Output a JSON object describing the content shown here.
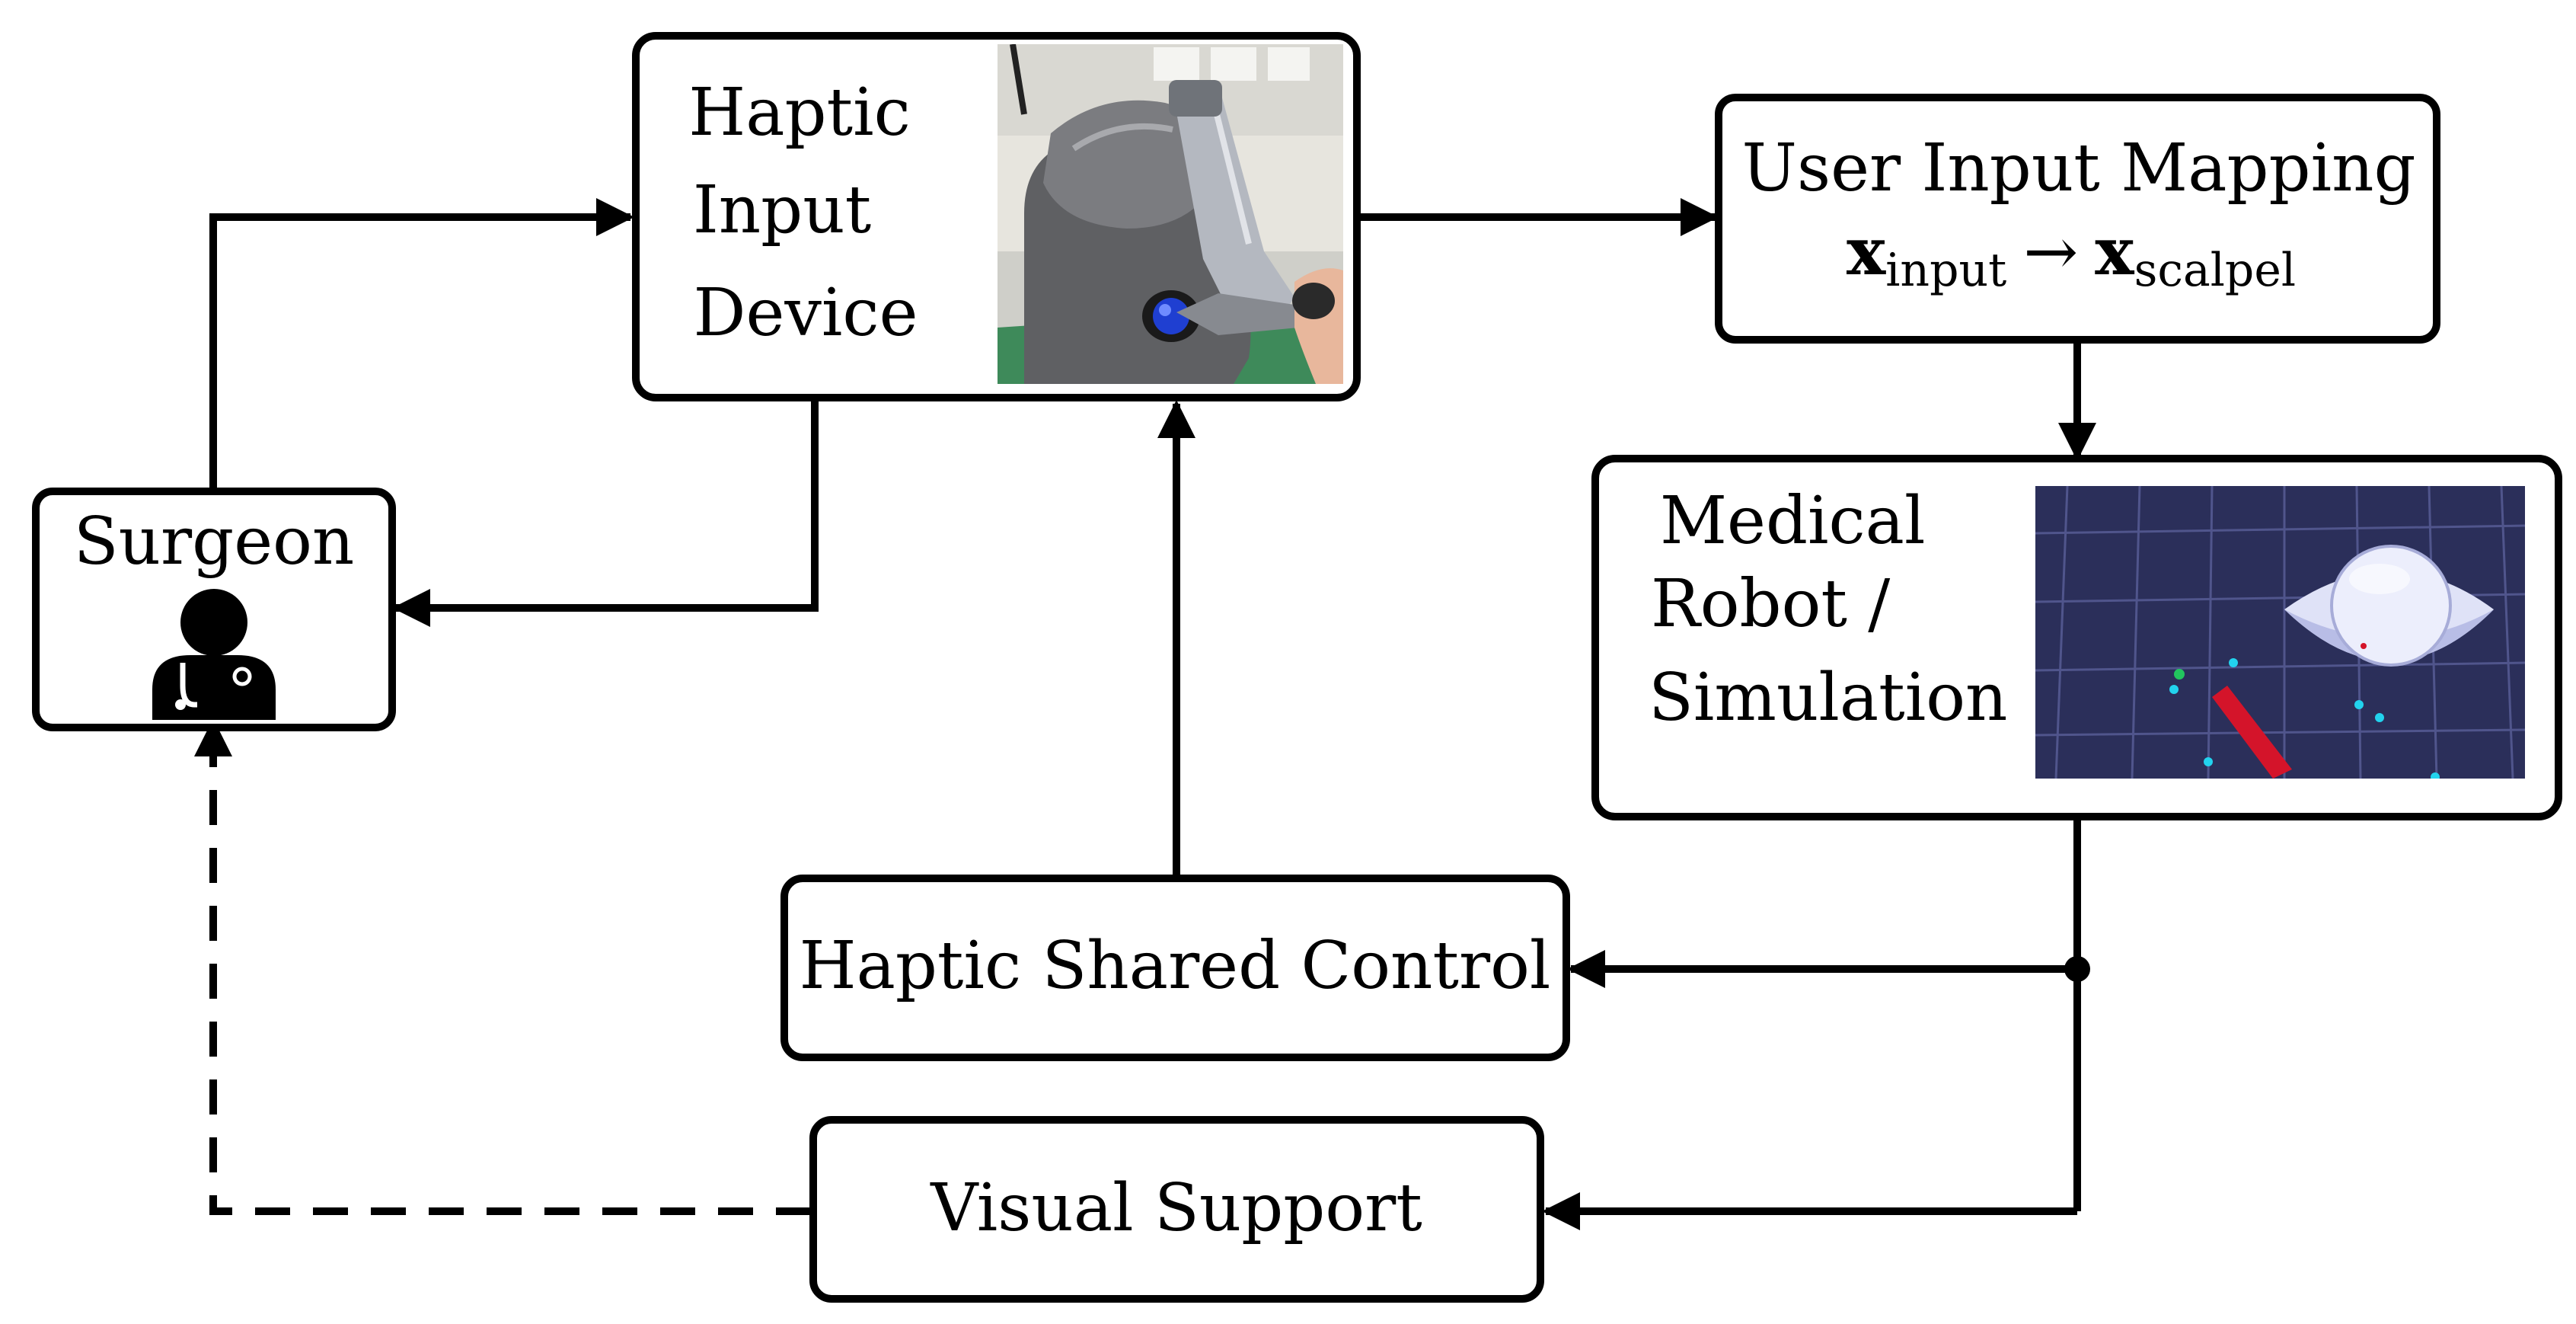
{
  "nodes": {
    "surgeon": {
      "label": "Surgeon",
      "icon": "surgeon-icon"
    },
    "haptic_device": {
      "label_lines": [
        "Haptic",
        "Input",
        "Device"
      ],
      "photo": "haptic-device-photo"
    },
    "mapping": {
      "title": "User Input Mapping",
      "formula": {
        "lhs_symbol": "x",
        "lhs_subscript": "input",
        "arrow": "→",
        "rhs_symbol": "x",
        "rhs_subscript": "scalpel"
      }
    },
    "robot": {
      "label_lines": [
        "Medical",
        "Robot /",
        "Simulation"
      ],
      "render": "simulation-render"
    },
    "shared_control": {
      "label": "Haptic Shared Control"
    },
    "visual_support": {
      "label": "Visual Support"
    }
  },
  "colors": {
    "stroke": "#000000",
    "sim_background": "#2b2f5a",
    "sim_grid": "#5a5f99",
    "eye_white": "#dfe2f7",
    "scalpel_red": "#d4142a",
    "marker_cyan": "#22d3ee",
    "marker_green": "#22c55e",
    "device_body": "#5f6063",
    "device_base": "#3e8a5a"
  }
}
